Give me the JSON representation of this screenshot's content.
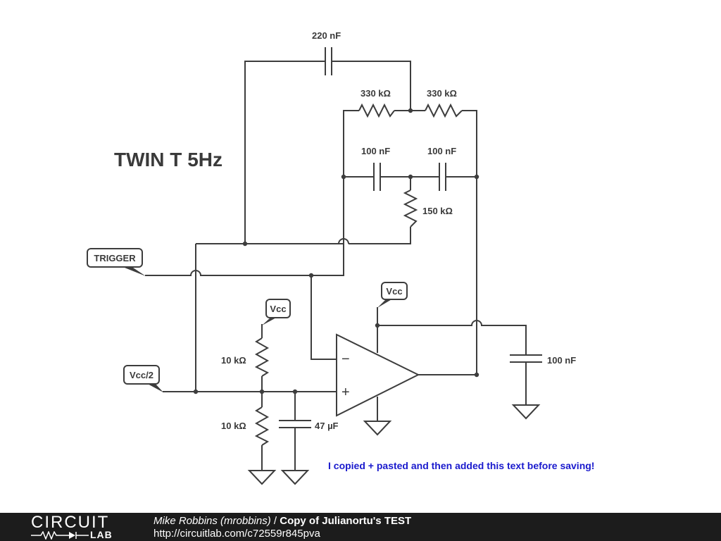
{
  "schematic": {
    "title": "TWIN T 5Hz",
    "note": "I copied + pasted and then added this text before saving!",
    "components": {
      "c_top": "220 nF",
      "r_twin_left": "330 kΩ",
      "r_twin_right": "330 kΩ",
      "c_twin_left": "100 nF",
      "c_twin_right": "100 nF",
      "r_twin_shunt": "150 kΩ",
      "r_div_top": "10 kΩ",
      "r_div_bottom": "10 kΩ",
      "c_div": "47 µF",
      "c_bypass": "100 nF"
    },
    "tags": {
      "trigger": "TRIGGER",
      "vcc_half": "Vcc/2",
      "vcc_divider": "Vcc",
      "vcc_opamp": "Vcc"
    },
    "opamp": {
      "minus": "−",
      "plus": "+"
    },
    "colors": {
      "wire": "#3d3d3d",
      "note": "#1a1acd",
      "footer_bg": "#1c1c1c"
    }
  },
  "footer": {
    "logo_top": "CIRCUIT",
    "logo_bottom": "LAB",
    "author": "Mike Robbins (mrobbins)",
    "separator": " / ",
    "title": "Copy of Julianortu's TEST",
    "url": "http://circuitlab.com/c72559r845pva"
  }
}
